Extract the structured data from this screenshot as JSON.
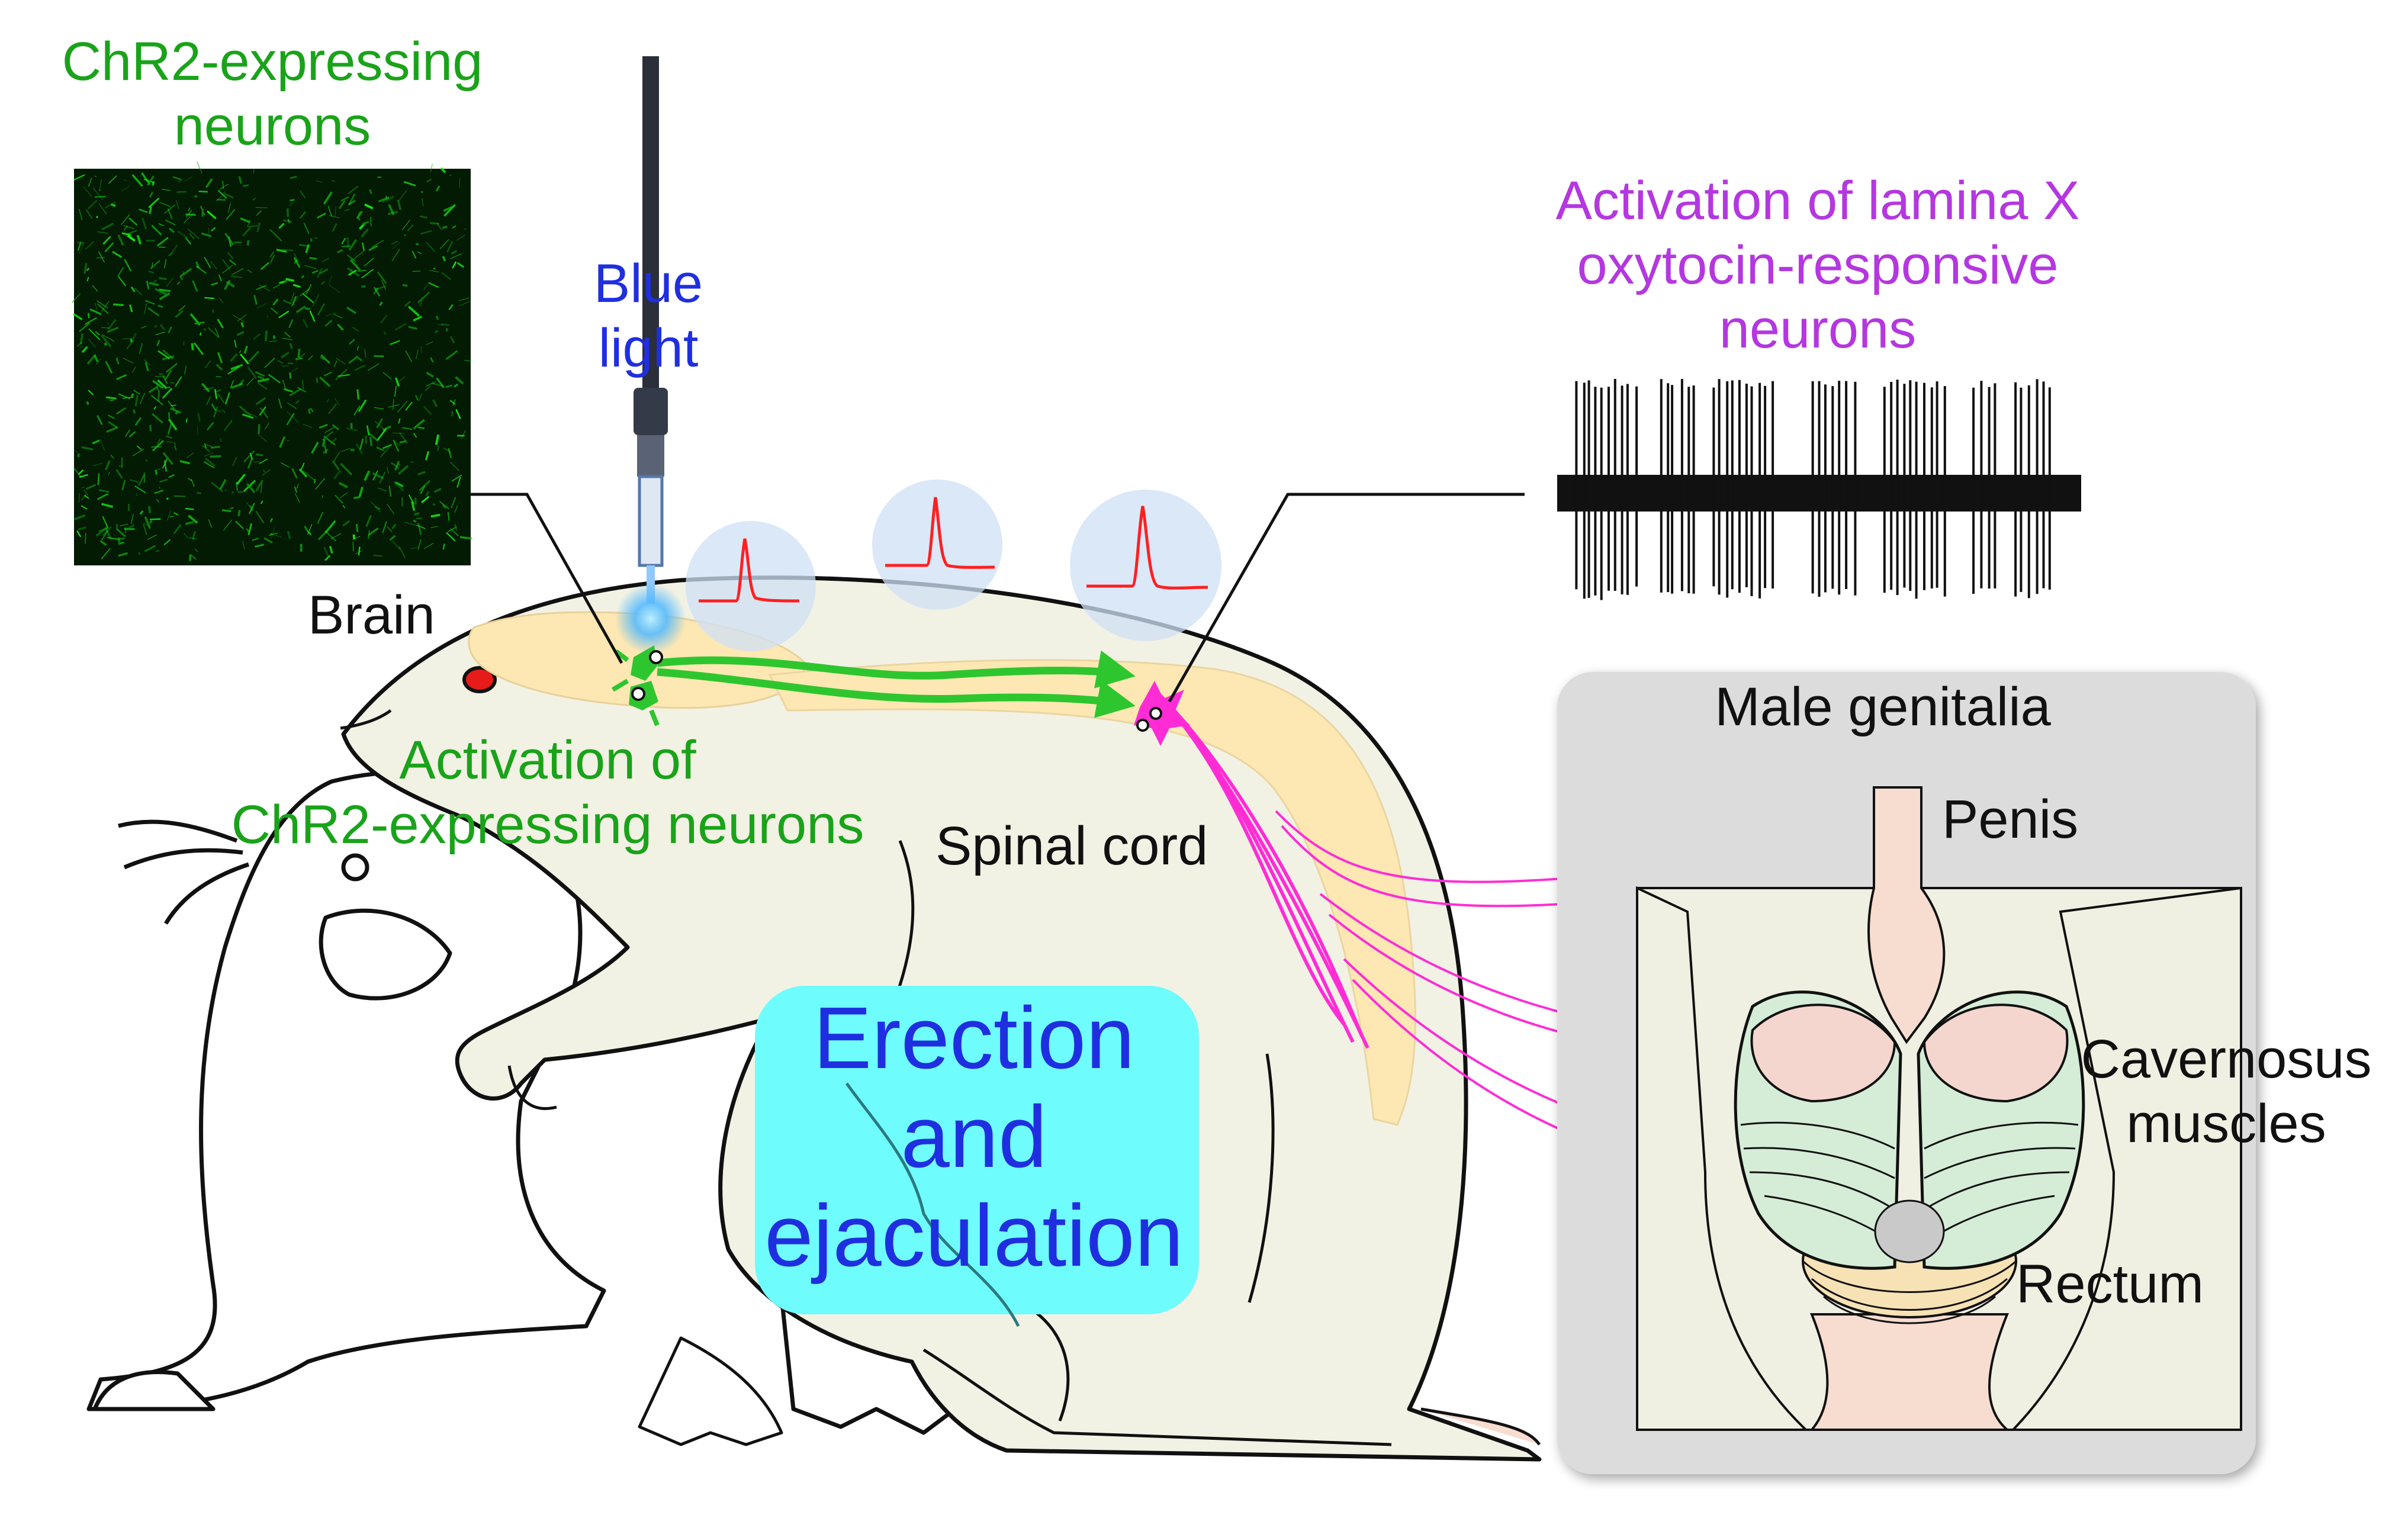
{
  "labels": {
    "chr2_title": [
      "ChR2-expressing",
      "neurons"
    ],
    "blue_light": [
      "Blue",
      "light"
    ],
    "lamina_title": [
      "Activation of lamina X",
      "oxytocin-responsive",
      "neurons"
    ],
    "brain": "Brain",
    "activation": [
      "Activation of",
      "ChR2-expressing neurons"
    ],
    "spinal_cord": "Spinal cord",
    "outcome": [
      "Erection",
      "and",
      "ejaculation"
    ],
    "male_genitalia": "Male genitalia",
    "penis": "Penis",
    "cavernosus": [
      "Cavernosus",
      "muscles"
    ],
    "rectum": "Rectum"
  },
  "colors": {
    "green_text": "#1aa31a",
    "blue_text": "#1f2fe0",
    "magenta_text": "#b437e0",
    "neuron_green": "#2ec62e",
    "nerve_magenta": "#ff2cd6",
    "trace_red": "#ff2020",
    "outcome_box": "#6ffcfc",
    "genitalia_panel": "#dcdcdc"
  }
}
